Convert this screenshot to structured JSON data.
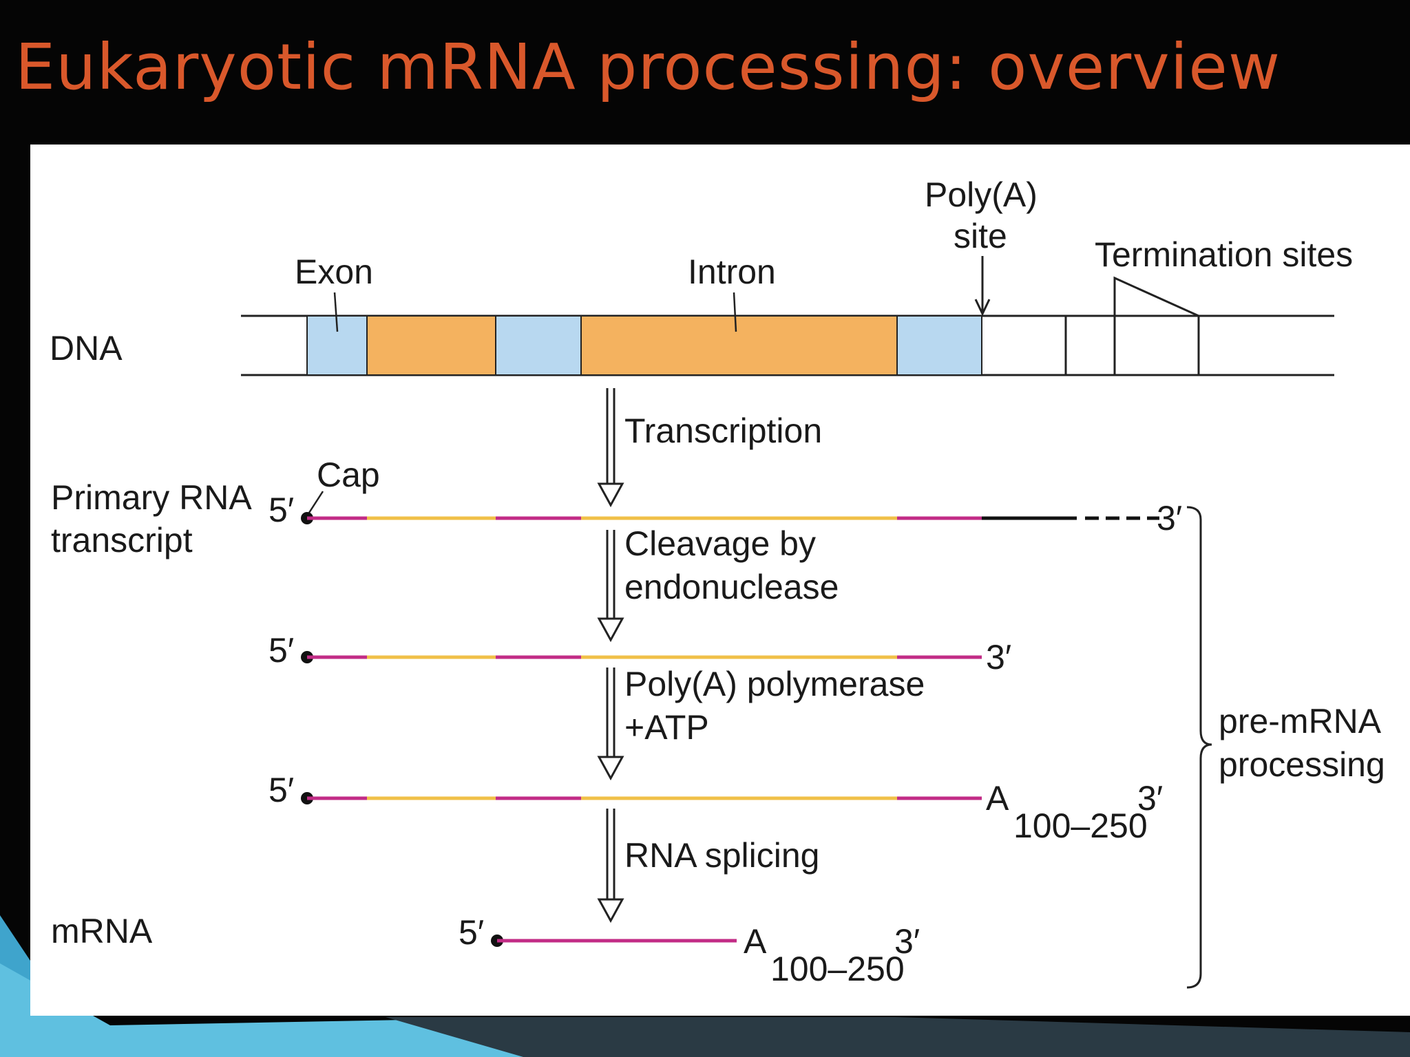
{
  "slide": {
    "title": "Eukaryotic mRNA processing: overview",
    "title_color": "#d9582b",
    "background_color": "#050505",
    "accent_color": "#3fa4cc"
  },
  "figure": {
    "colors": {
      "exon_fill": "#b8d8f0",
      "intron_fill": "#f4b25f",
      "exon_rna": "#c22c86",
      "intron_rna": "#f0c048"
    },
    "row_labels": {
      "dna": "DNA",
      "primary_line1": "Primary RNA",
      "primary_line2": "transcript",
      "mrna": "mRNA"
    },
    "dna_labels": {
      "exon": "Exon",
      "intron": "Intron",
      "polya_line1": "Poly(A)",
      "polya_line2": "site",
      "termination": "Termination sites"
    },
    "steps": {
      "transcription": "Transcription",
      "cleavage_line1": "Cleavage by",
      "cleavage_line2": "endonuclease",
      "polyadenylation_line1": "Poly(A) polymerase",
      "polyadenylation_line2": "+ATP",
      "splicing": "RNA splicing"
    },
    "ends": {
      "five_prime": "5′",
      "three_prime": "3′",
      "cap": "Cap",
      "poly_a": "A",
      "poly_a_length": "100–250"
    },
    "bracket_label_line1": "pre-mRNA",
    "bracket_label_line2": "processing"
  }
}
